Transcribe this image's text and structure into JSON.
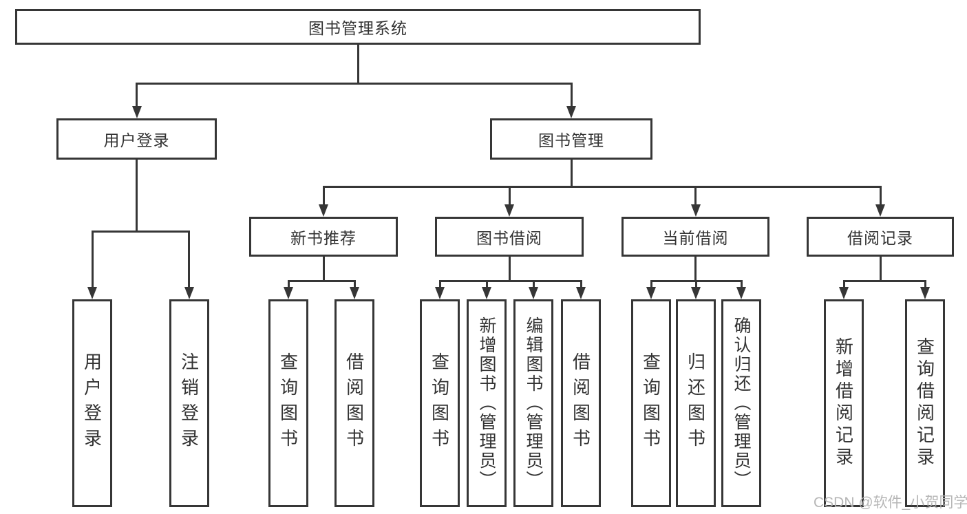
{
  "tree": {
    "label": "图书管理系统",
    "children": [
      {
        "label": "用户登录",
        "children": [
          {
            "label": "用户登录"
          },
          {
            "label": "注销登录"
          }
        ]
      },
      {
        "label": "图书管理",
        "children": [
          {
            "label": "新书推荐",
            "children": [
              {
                "label": "查询图书"
              },
              {
                "label": "借阅图书"
              }
            ]
          },
          {
            "label": "图书借阅",
            "children": [
              {
                "label": "查询图书"
              },
              {
                "label": "新增图书（管理员）"
              },
              {
                "label": "编辑图书（管理员）"
              },
              {
                "label": "借阅图书"
              }
            ]
          },
          {
            "label": "当前借阅",
            "children": [
              {
                "label": "查询图书"
              },
              {
                "label": "归还图书"
              },
              {
                "label": "确认归还（管理员）"
              }
            ]
          },
          {
            "label": "借阅记录",
            "children": [
              {
                "label": "新增借阅记录"
              },
              {
                "label": "查询借阅记录"
              }
            ]
          }
        ]
      }
    ]
  },
  "watermark": {
    "text": "CSDN @软件_小贺同学"
  },
  "style": {
    "line_color": "#363636",
    "text_color": "#333333",
    "watermark_color": "#b2b2b2",
    "background": "#ffffff"
  }
}
